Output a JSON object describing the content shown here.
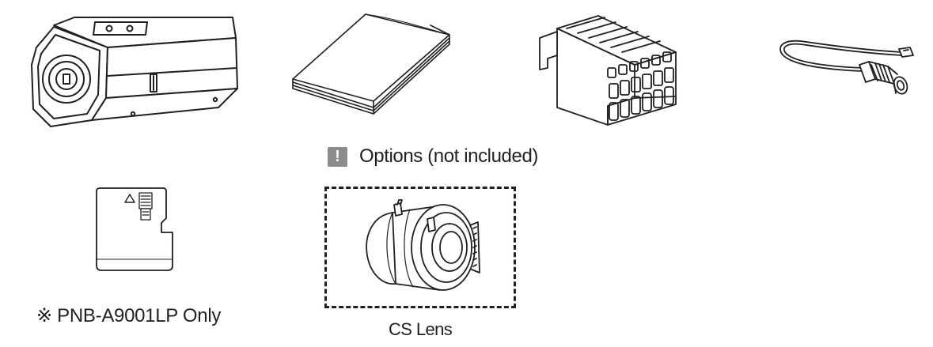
{
  "options": {
    "badge": "!",
    "heading": "Options (not included)"
  },
  "notes": {
    "sd_card_note": "※ PNB-A9001LP Only"
  },
  "captions": {
    "lens": "CS Lens"
  },
  "illustrations": [
    {
      "name": "camera",
      "icon": "box-camera-icon"
    },
    {
      "name": "user-manual",
      "icon": "booklet-icon"
    },
    {
      "name": "terminal-block",
      "icon": "terminal-block-connector-icon"
    },
    {
      "name": "test-monitor-cable",
      "icon": "bnc-cable-icon"
    },
    {
      "name": "micro-sd-card",
      "icon": "micro-sd-card-icon"
    },
    {
      "name": "cs-lens",
      "icon": "cs-lens-icon"
    }
  ],
  "colors": {
    "line_art": "#231f20",
    "badge_background": "#8b8b8b"
  }
}
